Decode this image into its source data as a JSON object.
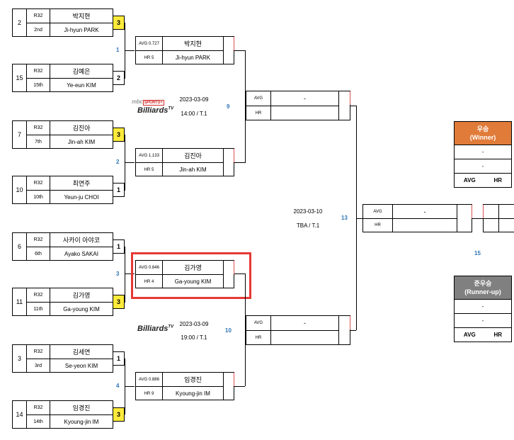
{
  "round32": [
    {
      "seed": "2",
      "round": "R32",
      "rank": "2nd",
      "name_kr": "박지현",
      "name_en": "Ji-hyun PARK",
      "score": "3",
      "winner": true
    },
    {
      "seed": "15",
      "round": "R32",
      "rank": "15th",
      "name_kr": "김예은",
      "name_en": "Ye-eun KIM",
      "score": "2",
      "winner": false
    },
    {
      "seed": "7",
      "round": "R32",
      "rank": "7th",
      "name_kr": "김진아",
      "name_en": "Jin-ah KIM",
      "score": "3",
      "winner": true
    },
    {
      "seed": "10",
      "round": "R32",
      "rank": "10th",
      "name_kr": "최연주",
      "name_en": "Yeun-ju CHOI",
      "score": "1",
      "winner": false
    },
    {
      "seed": "6",
      "round": "R32",
      "rank": "6th",
      "name_kr": "사카이 아야코",
      "name_en": "Ayako SAKAI",
      "score": "1",
      "winner": false
    },
    {
      "seed": "11",
      "round": "R32",
      "rank": "11th",
      "name_kr": "김가영",
      "name_en": "Ga-young KIM",
      "score": "3",
      "winner": true
    },
    {
      "seed": "3",
      "round": "R32",
      "rank": "3rd",
      "name_kr": "김세연",
      "name_en": "Se-yeon KIM",
      "score": "1",
      "winner": false
    },
    {
      "seed": "14",
      "round": "R32",
      "rank": "14th",
      "name_kr": "임경진",
      "name_en": "Kyoung-jin IM",
      "score": "3",
      "winner": true
    }
  ],
  "round16": [
    {
      "avg": "AVG 0.727",
      "hr": "HR 5",
      "name_kr": "박지현",
      "name_en": "Ji-hyun PARK"
    },
    {
      "avg": "AVG 1.133",
      "hr": "HR 5",
      "name_kr": "김진아",
      "name_en": "Jin-ah KIM"
    },
    {
      "avg": "AVG 0.846",
      "hr": "HR 4",
      "name_kr": "김가영",
      "name_en": "Ga-young KIM"
    },
    {
      "avg": "AVG 0.886",
      "hr": "HR 9",
      "name_kr": "임경진",
      "name_en": "Kyoung-jin IM"
    }
  ],
  "quarter": [
    {
      "avg": "AVG",
      "hr": "HR",
      "name": "-"
    },
    {
      "avg": "AVG",
      "hr": "HR",
      "name": "-"
    }
  ],
  "semi": {
    "avg": "AVG",
    "hr": "HR",
    "name": "-"
  },
  "match_numbers": {
    "m1": "1",
    "m2": "2",
    "m3": "3",
    "m4": "4",
    "m9": "9",
    "m10": "10",
    "m13": "13",
    "m15": "15"
  },
  "schedule": {
    "top_date": "2023-03-09",
    "top_time": "14:00 / T.1",
    "bottom_date": "2023-03-09",
    "bottom_time": "19:00 / T.1",
    "semi_date": "2023-03-10",
    "semi_time": "TBA / T.1"
  },
  "logos": {
    "mbc": "mbc",
    "sports": "SPORTS+",
    "billiards": "Billiards",
    "tv": "TV"
  },
  "winner_box": {
    "title": "우승",
    "subtitle": "(Winner)",
    "line1": "-",
    "line2": "-",
    "avg": "AVG",
    "hr": "HR",
    "color": "#e07b39"
  },
  "runner_box": {
    "title": "준우승",
    "subtitle": "(Runner-up)",
    "line1": "-",
    "line2": "-",
    "avg": "AVG",
    "hr": "HR",
    "color": "#808080"
  },
  "colors": {
    "highlight": "#e53935",
    "winner_score": "#ffeb3b",
    "match_number": "#2e74b5"
  }
}
